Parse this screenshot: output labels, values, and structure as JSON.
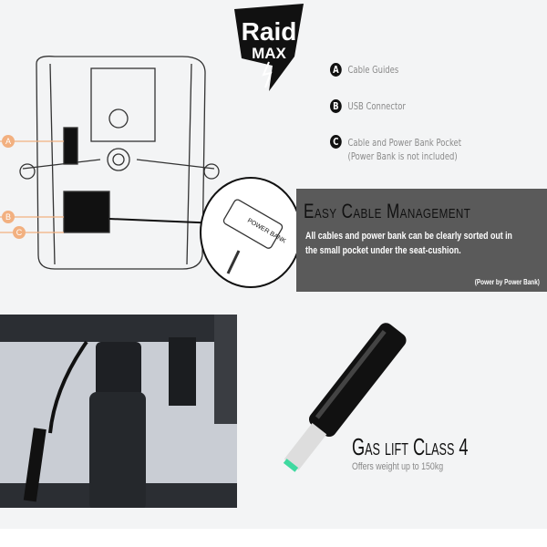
{
  "brand": {
    "logo_top": "Raid",
    "logo_bottom": "MAX"
  },
  "legend": [
    {
      "letter": "A",
      "label": "Cable Guides"
    },
    {
      "letter": "B",
      "label": "USB Connector"
    },
    {
      "letter": "C",
      "label": "Cable and Power Bank Pocket",
      "sub": "(Power Bank is not included)"
    }
  ],
  "diagram": {
    "power_bank_label": "POWER BANK",
    "markers": [
      "A",
      "B",
      "C"
    ]
  },
  "cable_management": {
    "title": "Easy Cable Management",
    "body": "All cables and power bank can be clearly sorted out in the small pocket  under the seat-cushion.",
    "note": "(Power by Power Bank)"
  },
  "gas_lift": {
    "title": "Gas lift Class 4",
    "subtitle": "Offers weight up to 150kg"
  },
  "colors": {
    "banner": "#5a5a5a",
    "marker": "#f2b080",
    "background": "#f3f4f5"
  }
}
